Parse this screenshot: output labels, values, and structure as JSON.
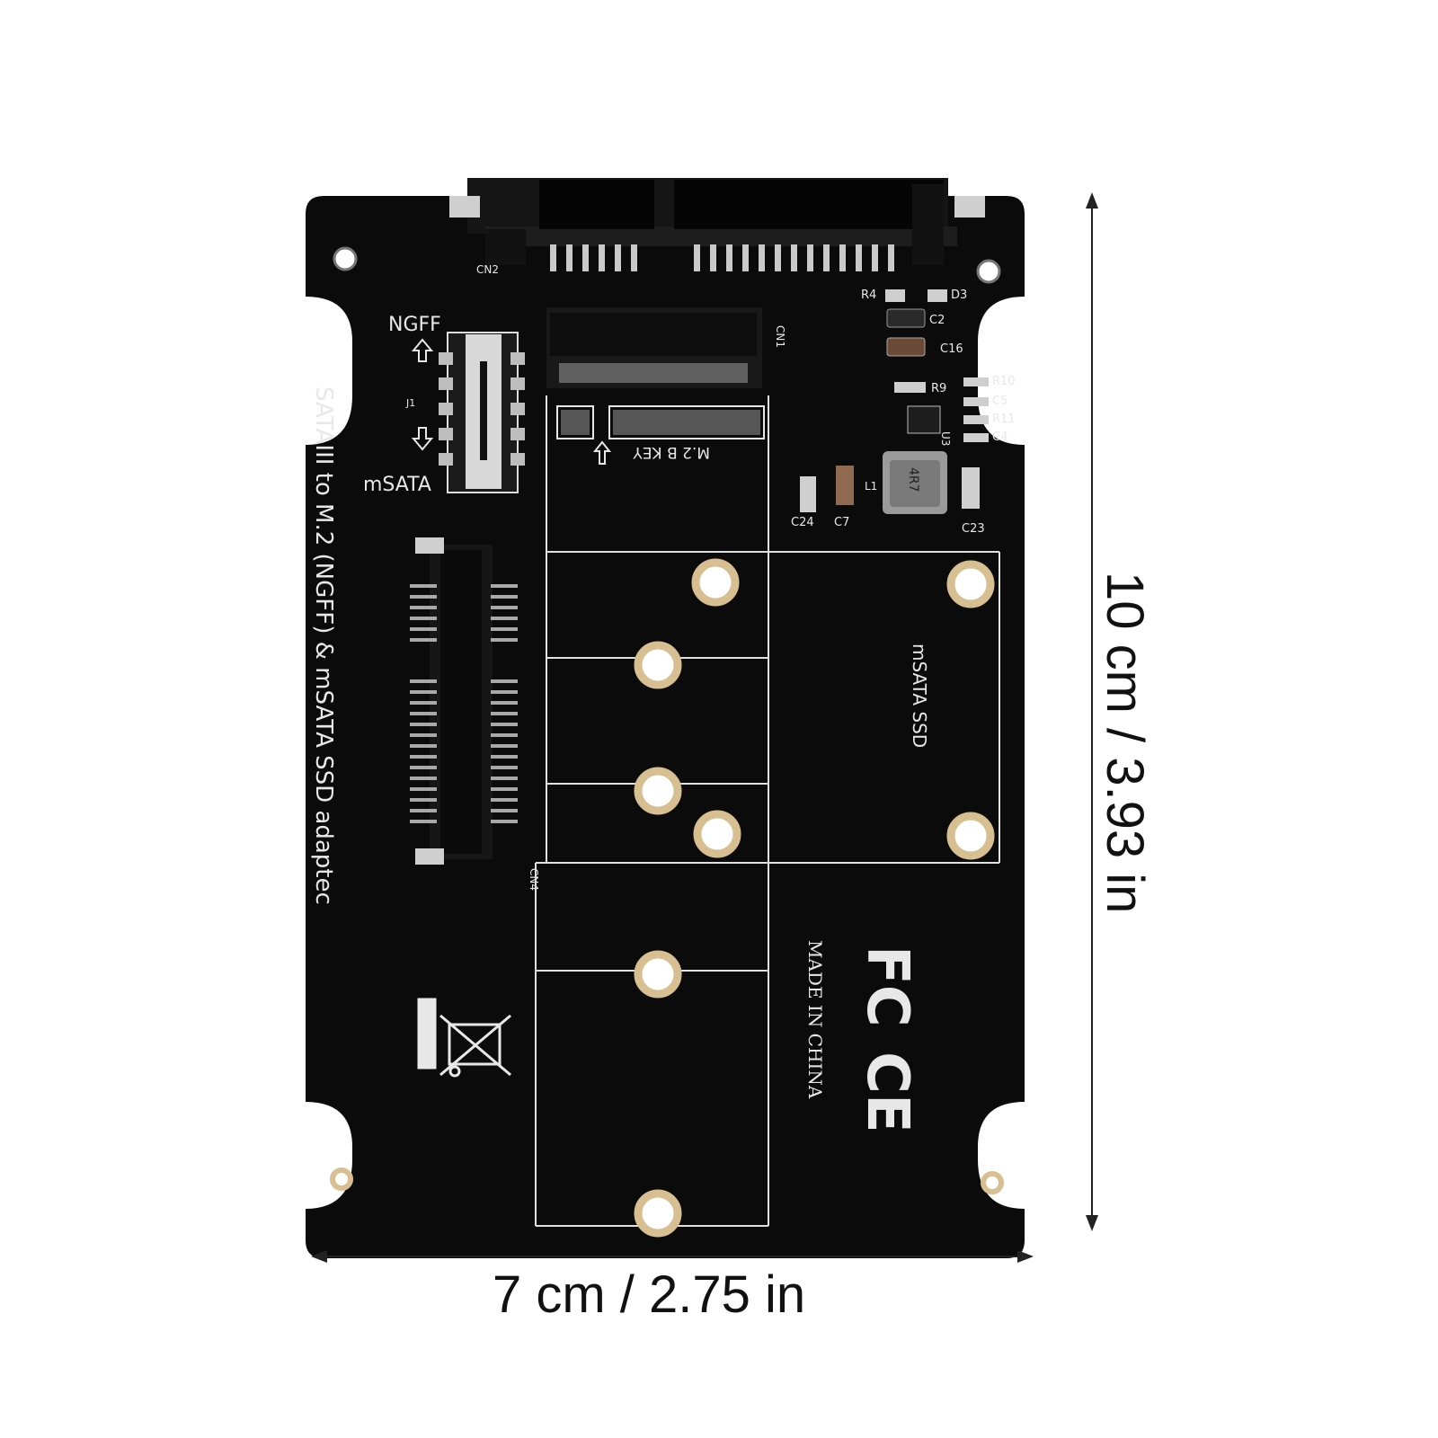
{
  "dimensions": {
    "height_label": "10 cm / 3.93 in",
    "width_label": "7 cm / 2.75 in"
  },
  "board": {
    "title": "SATAIII to M.2 (NGFF) & mSATA SSD adaptec",
    "switch_top_label": "NGFF",
    "switch_bottom_label": "mSATA",
    "switch_ref": "J1",
    "m2_key_label": "M.2 B KEY",
    "msata_ssd_label": "mSATA SSD",
    "made_in": "MADE IN CHINA",
    "fc_mark": "FC",
    "ce_mark": "CE",
    "connector_refs": {
      "cn1": "CN1",
      "cn2": "CN2",
      "cn4": "CN4",
      "u3": "U3"
    },
    "components": [
      "R4",
      "D3",
      "C2",
      "C16",
      "R9",
      "R10",
      "C5",
      "R11",
      "C4",
      "C24",
      "C7",
      "L1",
      "C23"
    ],
    "inductor_marking": "4R7"
  },
  "colors": {
    "pcb": "#0b0b0b",
    "silkscreen": "#e8e8e8",
    "pad_gold": "#d8bf92",
    "background": "#ffffff"
  }
}
